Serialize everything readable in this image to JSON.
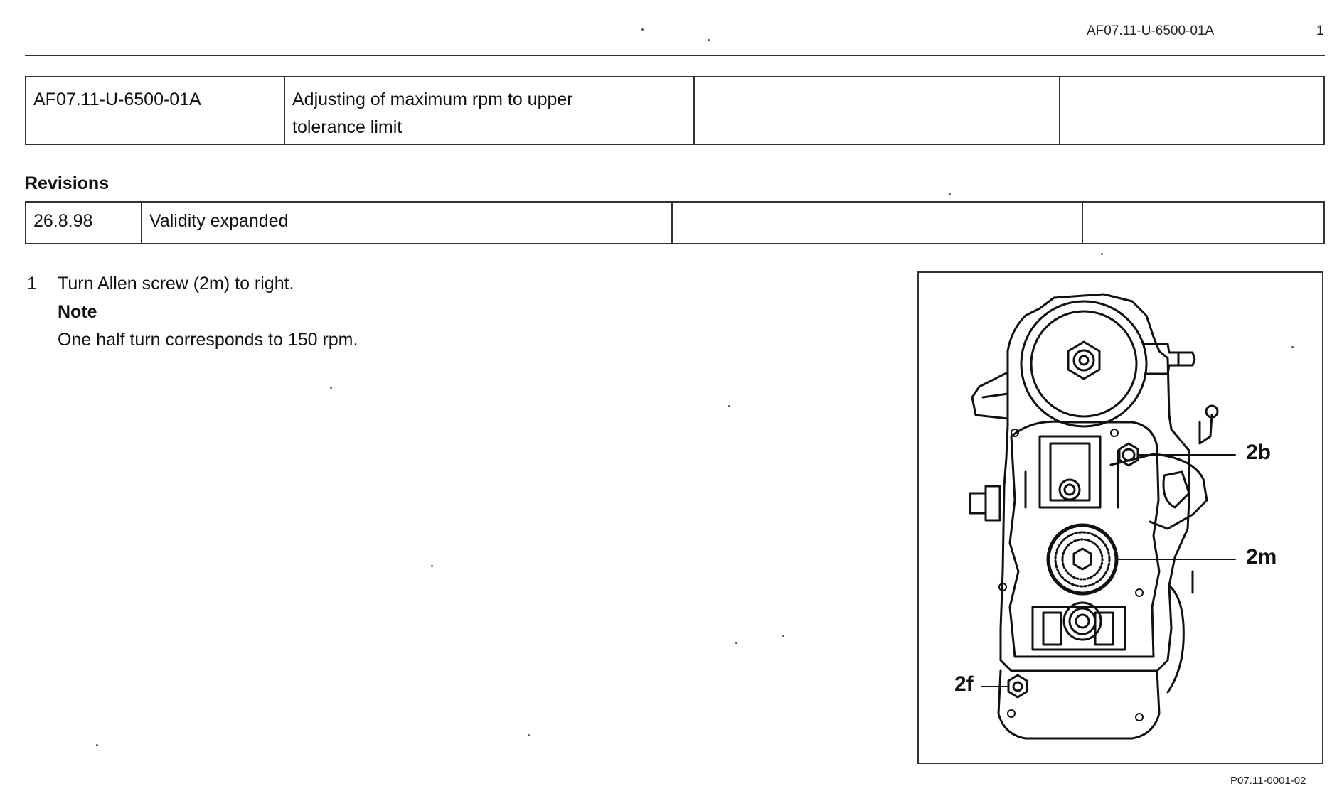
{
  "header": {
    "doc_code": "AF07.11-U-6500-01A",
    "page_number": "1"
  },
  "identification": {
    "code": "AF07.11-U-6500-01A",
    "title_line1": "Adjusting of maximum rpm to upper",
    "title_line2": "tolerance limit",
    "empty_col3": "",
    "empty_col4": ""
  },
  "revisions": {
    "heading": "Revisions",
    "rows": [
      {
        "date": "26.8.98",
        "description": "Validity expanded",
        "col3": "",
        "col4": ""
      }
    ]
  },
  "steps": [
    {
      "number": "1",
      "text": "Turn Allen screw (2m) to right.",
      "note_label": "Note",
      "note_text": "One half turn corresponds to 150 rpm."
    }
  ],
  "figure": {
    "callouts": {
      "2b": "2b",
      "2m": "2m",
      "2f": "2f"
    },
    "reference": "P07.11-0001-02",
    "line_color": "#111111"
  }
}
